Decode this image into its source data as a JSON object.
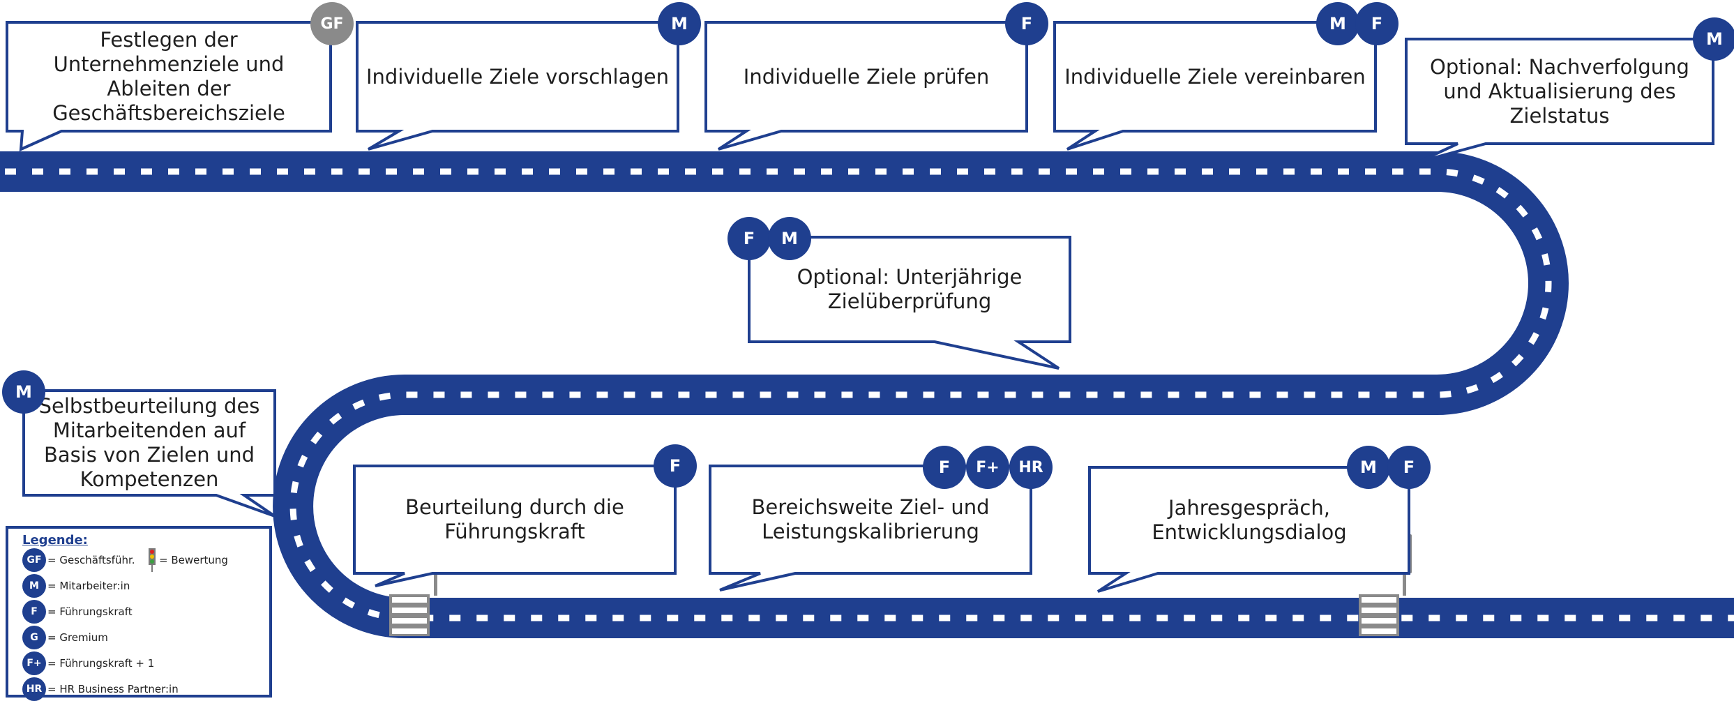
{
  "colors": {
    "road": "#1f3f8f",
    "badge": "#1f3f8f",
    "badge_gf": "#8a8a8a",
    "box_border": "#1f3f8f"
  },
  "steps": [
    {
      "id": "s1",
      "text": "Festlegen der\nUnternehmenziele und\nAbleiten der\nGeschäftsbereichsziele",
      "badges": [
        "GF"
      ]
    },
    {
      "id": "s2",
      "text": "Individuelle Ziele vorschlagen",
      "badges": [
        "M"
      ]
    },
    {
      "id": "s3",
      "text": "Individuelle Ziele prüfen",
      "badges": [
        "F"
      ]
    },
    {
      "id": "s4",
      "text": "Individuelle Ziele vereinbaren",
      "badges": [
        "M",
        "F"
      ]
    },
    {
      "id": "s5",
      "text": "Optional: Nachverfolgung\nund Aktualisierung des\nZielstatus",
      "badges": [
        "M"
      ]
    },
    {
      "id": "s6",
      "text": "Optional: Unterjährige\nZielüberprüfung",
      "badges": [
        "F",
        "M"
      ]
    },
    {
      "id": "s7",
      "text": "Selbstbeurteilung des\nMitarbeitenden auf\nBasis von Zielen und\nKompetenzen",
      "badges": [
        "M"
      ]
    },
    {
      "id": "s8",
      "text": "Beurteilung durch die\nFührungskraft",
      "badges": [
        "F"
      ]
    },
    {
      "id": "s9",
      "text": "Bereichsweite Ziel- und\nLeistungskalibrierung",
      "badges": [
        "F",
        "F+",
        "HR"
      ]
    },
    {
      "id": "s10",
      "text": "Jahresgespräch,\nEntwicklungsdialog",
      "badges": [
        "M",
        "F"
      ]
    }
  ],
  "legend": {
    "title": "Legende:",
    "items": [
      {
        "badge": "GF",
        "label": "= Geschäftsführ."
      },
      {
        "badge": "M",
        "label": "= Mitarbeiter:in"
      },
      {
        "badge": "F",
        "label": "= Führungskraft"
      },
      {
        "badge": "G",
        "label": "= Gremium"
      },
      {
        "badge": "F+",
        "label": "= Führungskraft + 1"
      },
      {
        "badge": "HR",
        "label": "= HR Business Partner:in"
      }
    ],
    "traffic_light_label": "= Bewertung"
  }
}
